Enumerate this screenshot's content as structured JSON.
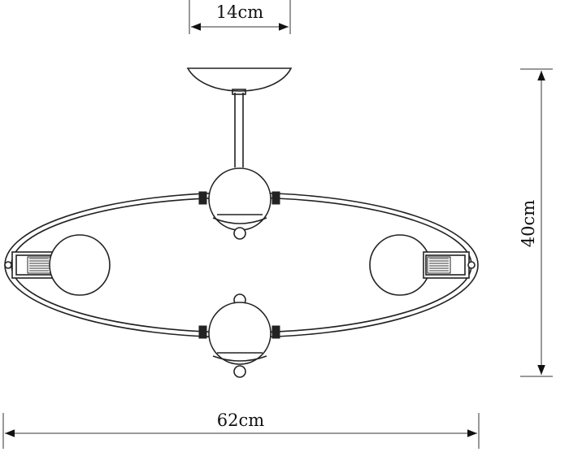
{
  "dimensions": {
    "top_width": "14cm",
    "height": "40cm",
    "bottom_width": "62cm"
  },
  "colors": {
    "line": "#222222",
    "background": "#ffffff"
  }
}
